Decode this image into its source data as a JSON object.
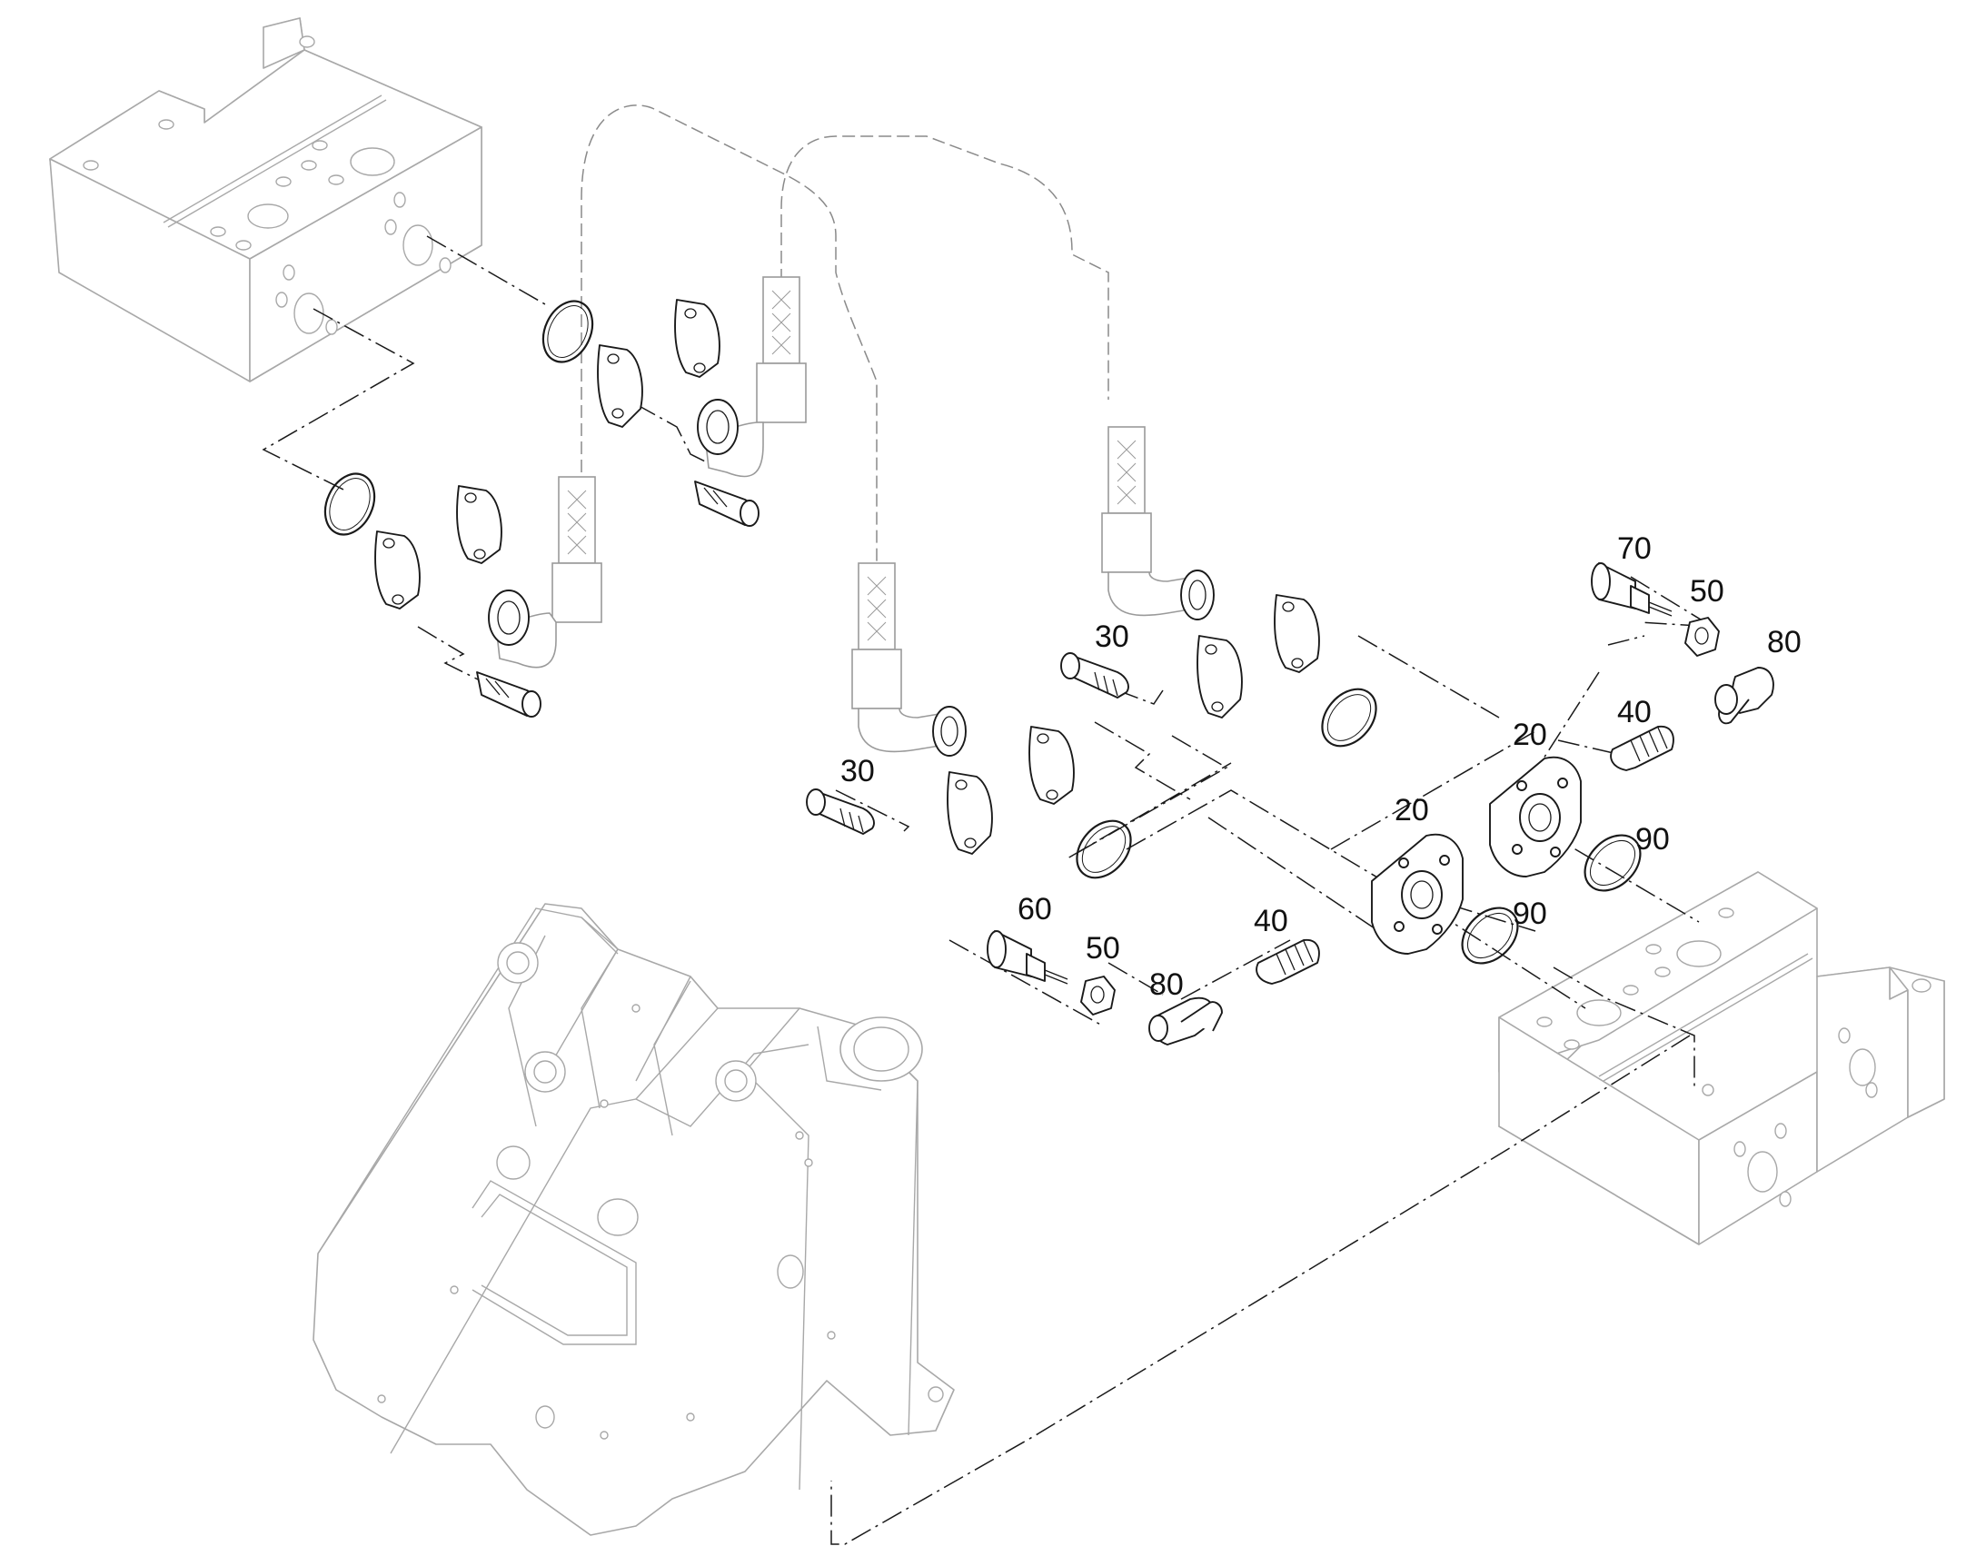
{
  "callouts": {
    "c70": "70",
    "c50a": "50",
    "c80a": "80",
    "c30a": "30",
    "c20a": "20",
    "c40a": "40",
    "c90a": "90",
    "c30b": "30",
    "c20b": "20",
    "c90b": "90",
    "c60": "60",
    "c50b": "50",
    "c40b": "40",
    "c80b": "80"
  },
  "colors": {
    "part_stroke": "#1a1a1a",
    "context_stroke": "#a8a8a8",
    "background": "#ffffff"
  }
}
